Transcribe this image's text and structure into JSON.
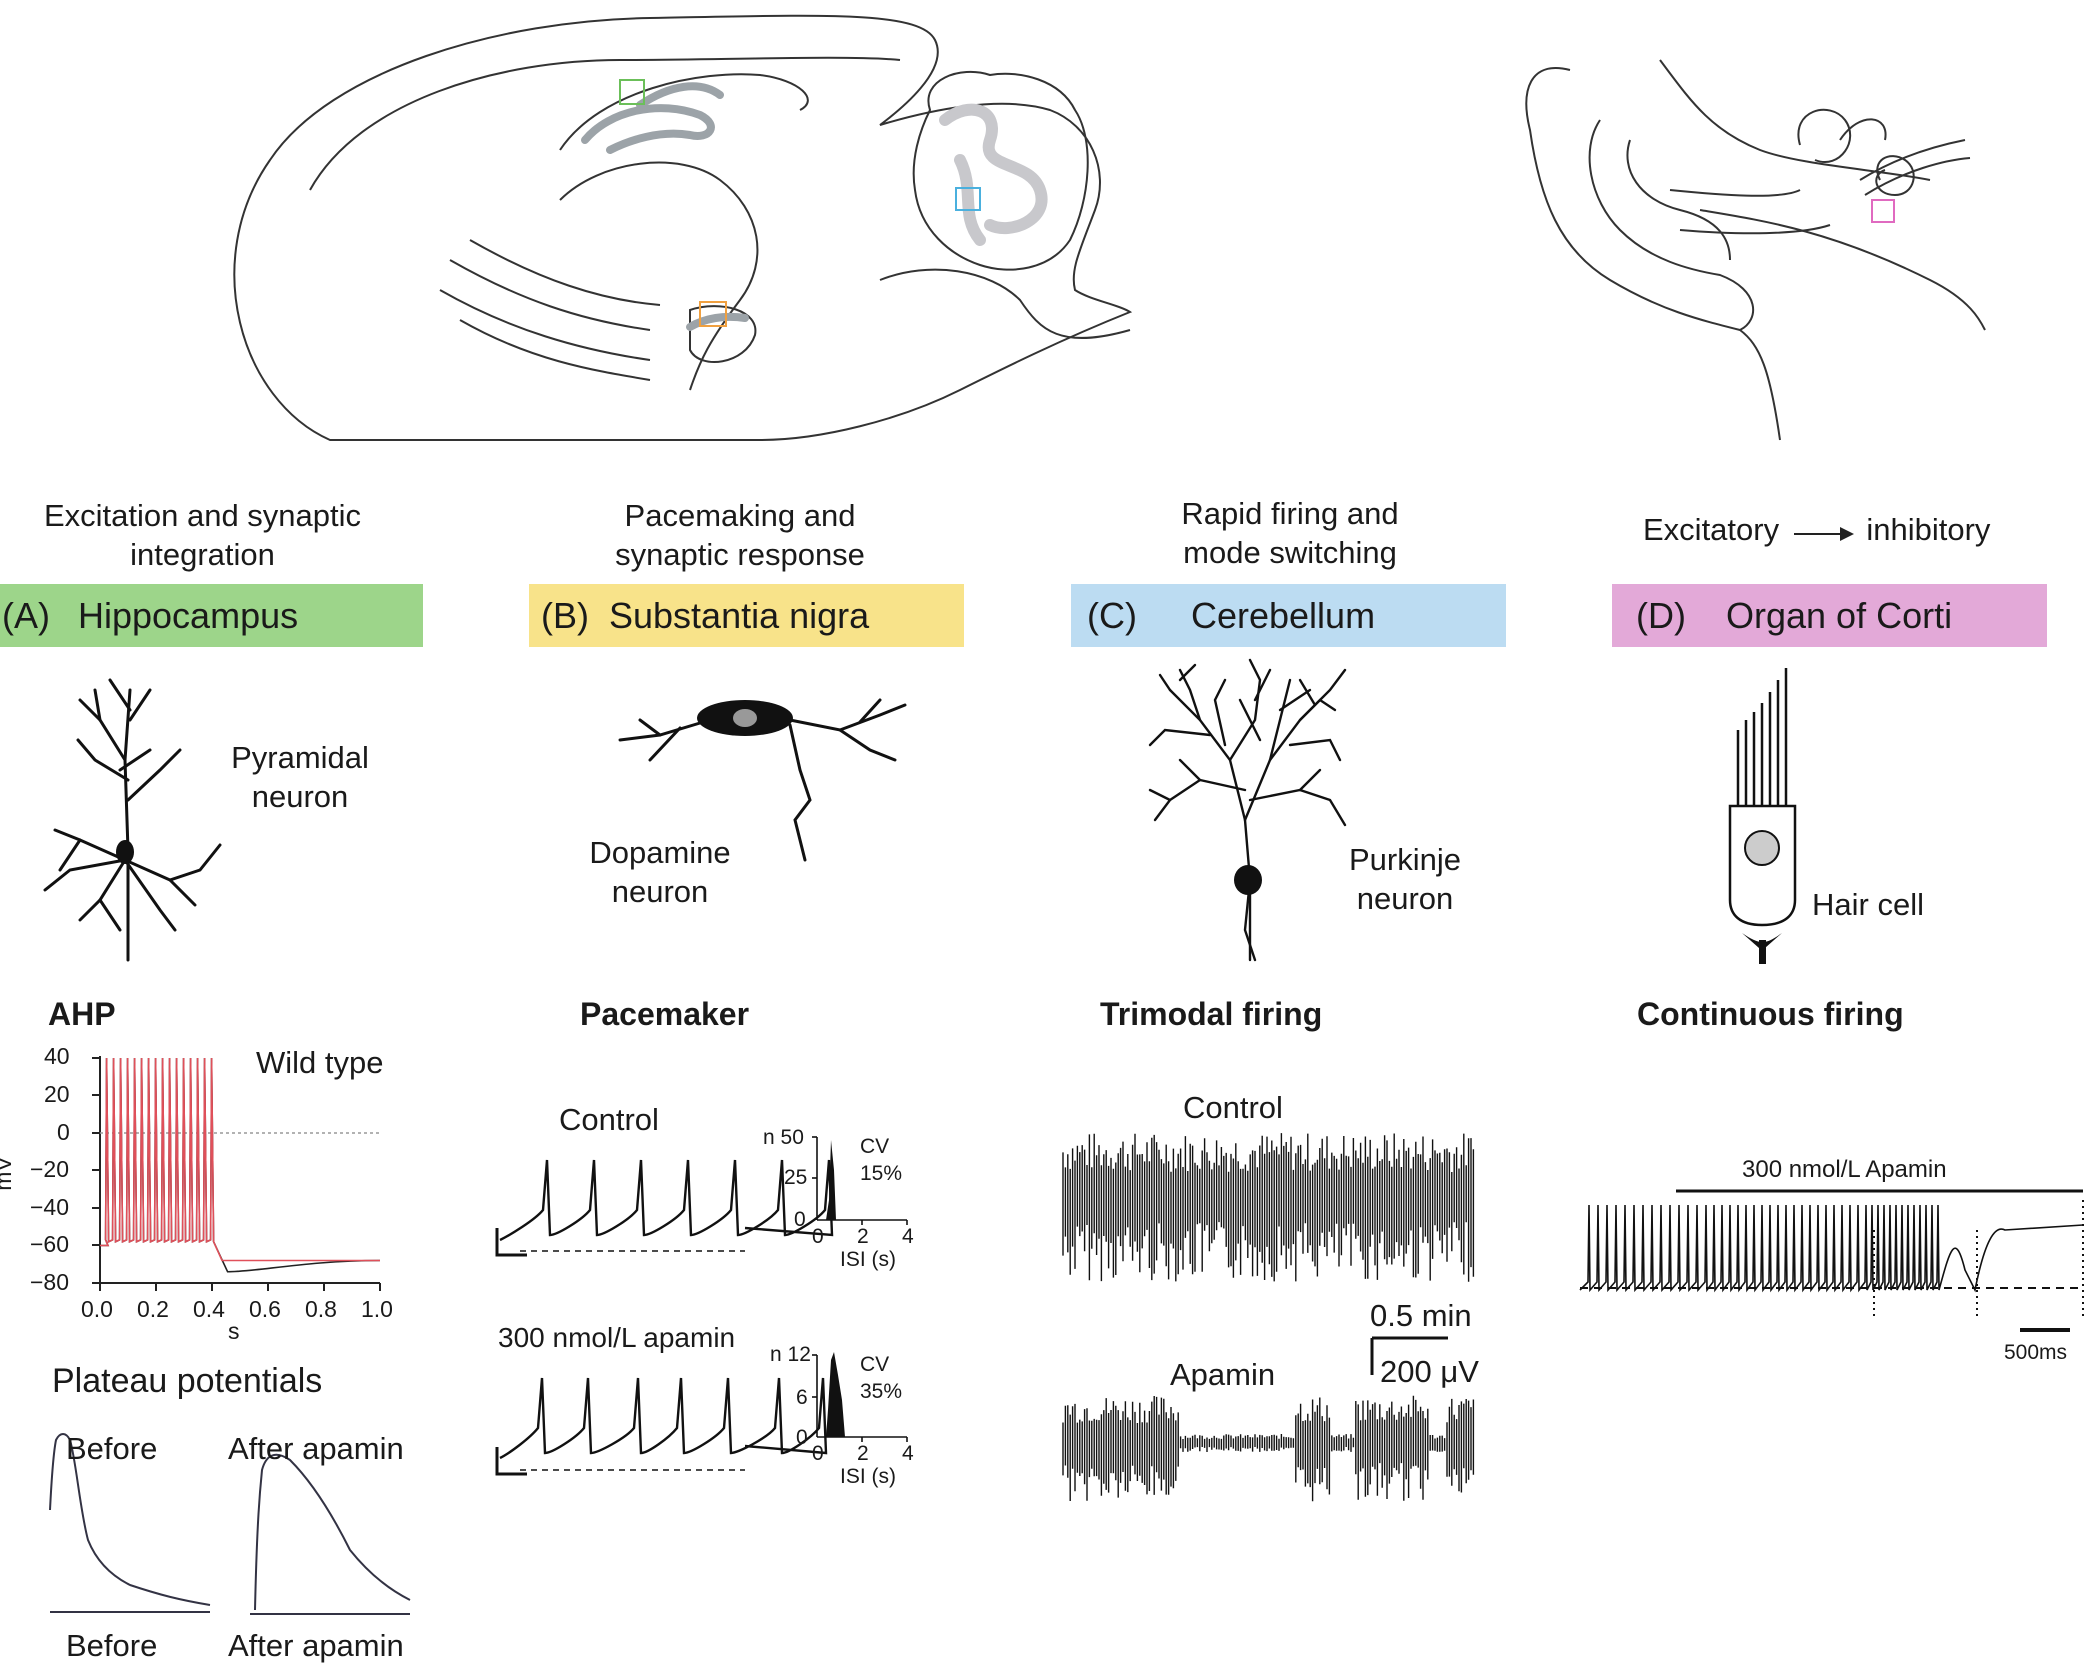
{
  "panels": {
    "a": {
      "letter": "(A)",
      "name": "Hippocampus",
      "function": [
        "Excitation and synaptic",
        "integration"
      ],
      "neuron": [
        "Pyramidal",
        "neuron"
      ],
      "subtitle": "AHP",
      "legend": "Wild type",
      "y_ticks": [
        "40",
        "20",
        "0",
        "−20",
        "−40",
        "−60",
        "−80"
      ],
      "y_label_fragment": "mV",
      "x_ticks": [
        "0.0",
        "0.2",
        "0.4",
        "0.6",
        "0.8",
        "1.0"
      ],
      "x_label": "s",
      "plateau_title": "Plateau potentials",
      "before_top": "Before",
      "after_top": "After apamin",
      "before_bottom": "Before",
      "after_bottom": "After apamin"
    },
    "b": {
      "letter": "(B)",
      "name": "Substantia nigra",
      "function": [
        "Pacemaking and",
        "synaptic response"
      ],
      "neuron": [
        "Dopamine",
        "neuron"
      ],
      "subtitle": "Pacemaker",
      "control_label": "Control",
      "apamin_label": "300 nmol/L apamin",
      "hist1": {
        "y_ticks": [
          "n 50",
          "25",
          "0"
        ],
        "x_ticks": [
          "0",
          "2",
          "4"
        ],
        "x_label": "ISI (s)",
        "cv_label": "CV",
        "cv_value": "15%"
      },
      "hist2": {
        "y_ticks": [
          "n 12",
          "6",
          "0"
        ],
        "x_ticks": [
          "0",
          "2",
          "4"
        ],
        "x_label": "ISI (s)",
        "cv_label": "CV",
        "cv_value": "35%"
      }
    },
    "c": {
      "letter": "(C)",
      "name": "Cerebellum",
      "function": [
        "Rapid firing and",
        "mode switching"
      ],
      "neuron": [
        "Purkinje",
        "neuron"
      ],
      "subtitle": "Trimodal firing",
      "control_label": "Control",
      "apamin_label": "Apamin",
      "scale_time": "0.5 min",
      "scale_volt": "200 μV"
    },
    "d": {
      "letter": "(D)",
      "name": "Organ of Corti",
      "function_left": "Excitatory",
      "function_right": "inhibitory",
      "neuron": [
        "Hair cell"
      ],
      "subtitle": "Continuous firing",
      "drug_label": "300 nmol/L Apamin",
      "scale_time": "500ms"
    }
  },
  "colors": {
    "hippocampus": "#9dd58a",
    "substantia_nigra": "#f8e38a",
    "cerebellum": "#bcdcf2",
    "organ_of_corti": "#e3a9d8",
    "wild_type_trace": "#e0505a"
  }
}
